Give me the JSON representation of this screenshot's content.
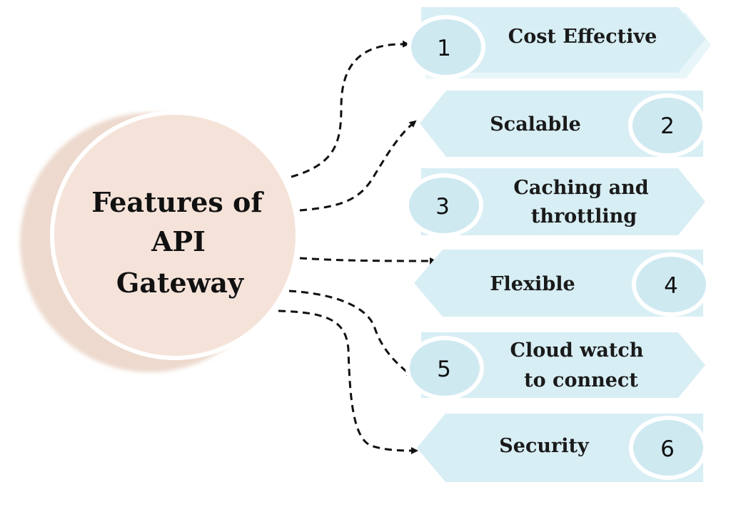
{
  "center": {
    "lines": [
      "Features of",
      "API",
      "Gateway"
    ],
    "fill": "#f5e3d9",
    "shadow": "#ead3c5"
  },
  "banner_fill": "#d7eef4",
  "features": [
    {
      "number": "1",
      "lines": [
        "Cost Effective"
      ]
    },
    {
      "number": "2",
      "lines": [
        "Scalable"
      ]
    },
    {
      "number": "3",
      "lines": [
        "Caching and",
        "throttling"
      ]
    },
    {
      "number": "4",
      "lines": [
        "Flexible"
      ]
    },
    {
      "number": "5",
      "lines": [
        "Cloud watch",
        "to connect"
      ]
    },
    {
      "number": "6",
      "lines": [
        "Security"
      ]
    }
  ]
}
